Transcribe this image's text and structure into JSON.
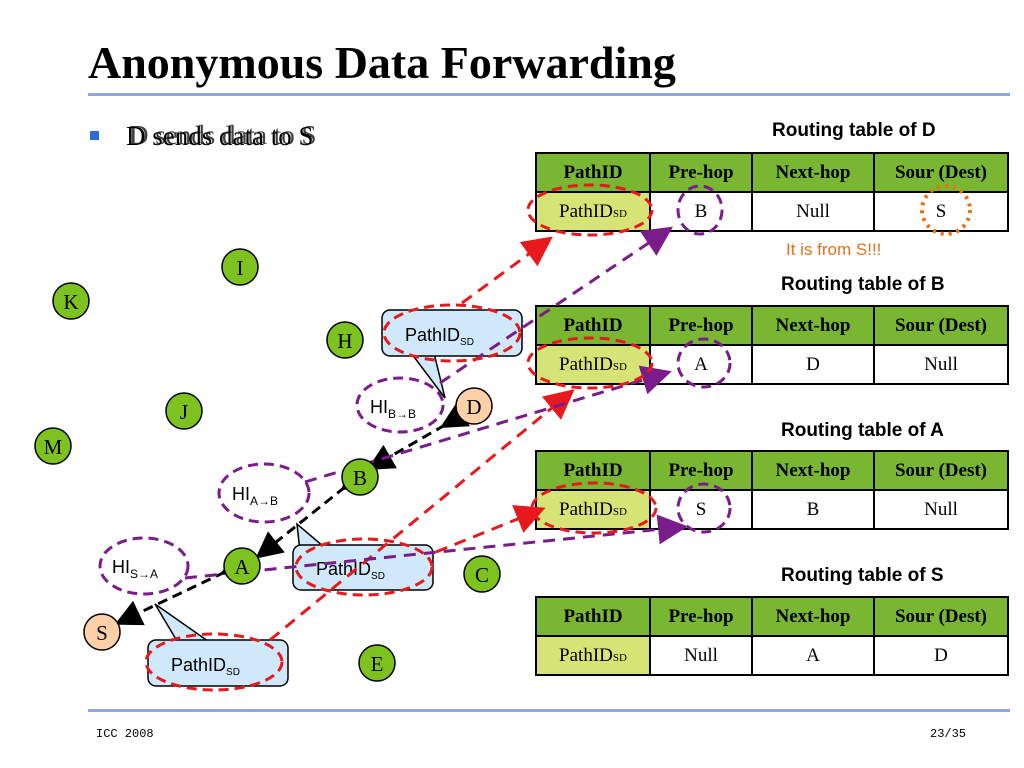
{
  "slide": {
    "title": "Anonymous Data Forwarding",
    "bullet": "D sends data to S",
    "note": "It is from S!!!"
  },
  "tables": [
    {
      "title": "Routing table of D",
      "headers": [
        "PathID",
        "Pre-hop",
        "Next-hop",
        "Sour (Dest)"
      ],
      "row": {
        "pathid": "PathID",
        "pathid_sub": "SD",
        "prehop": "B",
        "nexthop": "Null",
        "sour": "S"
      }
    },
    {
      "title": "Routing table of B",
      "headers": [
        "PathID",
        "Pre-hop",
        "Next-hop",
        "Sour (Dest)"
      ],
      "row": {
        "pathid": "PathID",
        "pathid_sub": "SD",
        "prehop": "A",
        "nexthop": "D",
        "sour": "Null"
      }
    },
    {
      "title": "Routing table of A",
      "headers": [
        "PathID",
        "Pre-hop",
        "Next-hop",
        "Sour (Dest)"
      ],
      "row": {
        "pathid": "PathID",
        "pathid_sub": "SD",
        "prehop": "S",
        "nexthop": "B",
        "sour": "Null"
      }
    },
    {
      "title": "Routing table of S",
      "headers": [
        "PathID",
        "Pre-hop",
        "Next-hop",
        "Sour (Dest)"
      ],
      "row": {
        "pathid": "PathID",
        "pathid_sub": "SD",
        "prehop": "Null",
        "nexthop": "A",
        "sour": "D"
      }
    }
  ],
  "nodes": {
    "I": "I",
    "K": "K",
    "H": "H",
    "D": "D",
    "J": "J",
    "M": "M",
    "B": "B",
    "A": "A",
    "C": "C",
    "S": "S",
    "E": "E"
  },
  "callouts": {
    "pathid_main": "PathID",
    "pathid_sub": "SD"
  },
  "hi_labels": {
    "hi_main": "HI",
    "hi_bd": "B→B",
    "hi_ab": "A→B",
    "hi_sa": "S→A"
  },
  "footer": {
    "left": "ICC  2008",
    "right": "23/35"
  },
  "colors": {
    "node_green": "#7dc21e",
    "node_orange": "#fdd0a8",
    "header_green": "#79b631",
    "pathid_cell": "#d6e475",
    "red_dash": "#e8191c",
    "purple_dash": "#7a1c8a",
    "orange_dot": "#e8701a",
    "callout_fill": "#cfe8fa",
    "rule_blue": "#8fa7e6",
    "bullet_blue": "#2f6bd8"
  }
}
